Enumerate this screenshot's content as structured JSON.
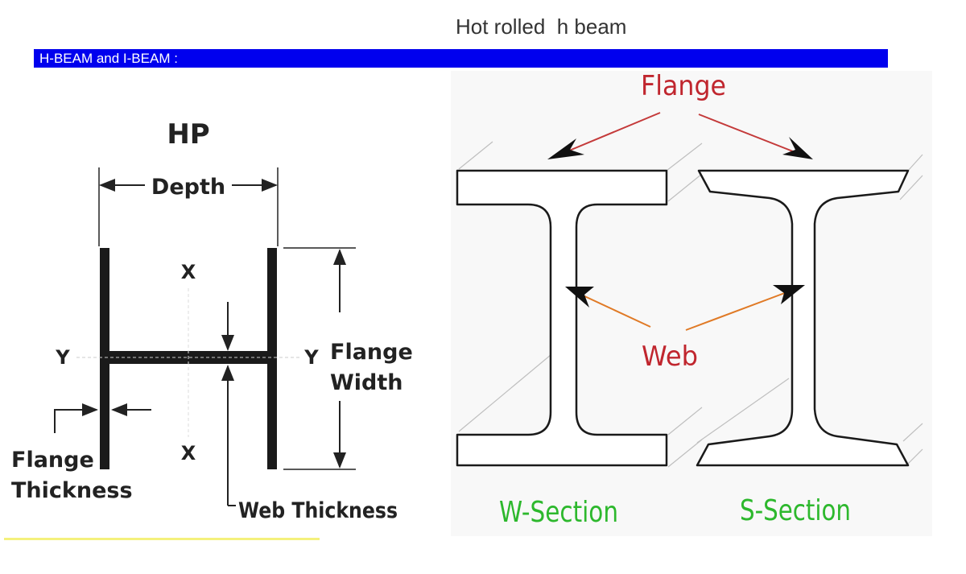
{
  "page": {
    "title": "Hot rolled  h beam",
    "header_bar": "H-BEAM and I-BEAM :"
  },
  "hp_diagram": {
    "title": "HP",
    "depth": "Depth",
    "x_top": "X",
    "x_bottom": "X",
    "y_left": "Y",
    "y_right": "Y",
    "flange_width_line1": "Flange",
    "flange_width_line2": "Width",
    "flange_thickness_line1": "Flange",
    "flange_thickness_line2": "Thickness",
    "web_thickness": "Web Thickness"
  },
  "section_diagram": {
    "flange": "Flange",
    "web": "Web",
    "w_section": "W-Section",
    "s_section": "S-Section"
  },
  "colors": {
    "header_bar": "#0000ee",
    "flange_label": "#c0262e",
    "web_label": "#c0262e",
    "flange_arrow": "#c43a3a",
    "web_arrow": "#e07a26",
    "section_label": "#2db82d",
    "beam_stroke": "#222222"
  }
}
